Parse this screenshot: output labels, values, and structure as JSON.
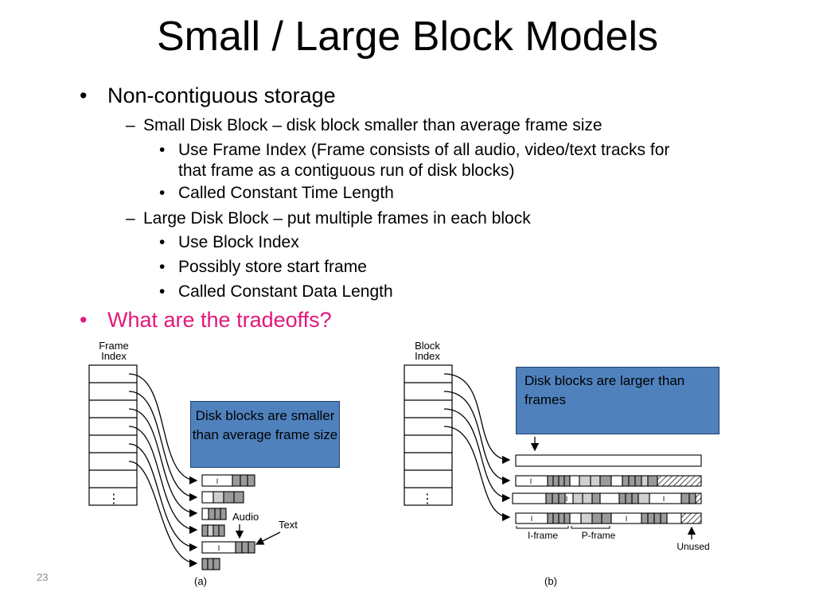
{
  "title": "Small / Large Block Models",
  "bullets": [
    {
      "level": 1,
      "marker": "•",
      "text": "Non-contiguous storage",
      "color": "#000000"
    },
    {
      "level": 2,
      "marker": "–",
      "text": "Small Disk Block – disk block smaller than average frame size"
    },
    {
      "level": 3,
      "marker": "•",
      "text": "Use Frame Index  (Frame consists of all audio, video/text tracks for",
      "text2": "that frame as a contiguous run of disk blocks)"
    },
    {
      "level": 3,
      "marker": "•",
      "text": "Called Constant Time Length"
    },
    {
      "level": 2,
      "marker": "–",
      "text": "Large Disk Block – put multiple frames in each block"
    },
    {
      "level": 3,
      "marker": "•",
      "text": "Use Block Index"
    },
    {
      "level": 3,
      "marker": "•",
      "text": "Possibly store start frame"
    },
    {
      "level": 3,
      "marker": "•",
      "text": "Called Constant Data Length"
    },
    {
      "level": 1,
      "marker": "•",
      "text": "What are the tradeoffs?",
      "color": "#e3187b"
    }
  ],
  "diagram_a": {
    "index_label_1": "Frame",
    "index_label_2": "Index",
    "callout": "Disk blocks are smaller than average frame size",
    "audio_label": "Audio",
    "text_label": "Text",
    "frame_marker": "I",
    "ellipsis": "⋮",
    "caption": "(a)"
  },
  "diagram_b": {
    "index_label_1": "Block",
    "index_label_2": "Index",
    "callout": "Disk blocks are larger than frames",
    "iframe_label": "I-frame",
    "pframe_label": "P-frame",
    "unused_label": "Unused",
    "frame_marker": "I",
    "ellipsis": "⋮",
    "caption": "(b)"
  },
  "slide_number": "23",
  "colors": {
    "callout_fill": "#4f81bd",
    "accent_pink": "#e3187b",
    "track_gray": "#9a9a9a"
  }
}
